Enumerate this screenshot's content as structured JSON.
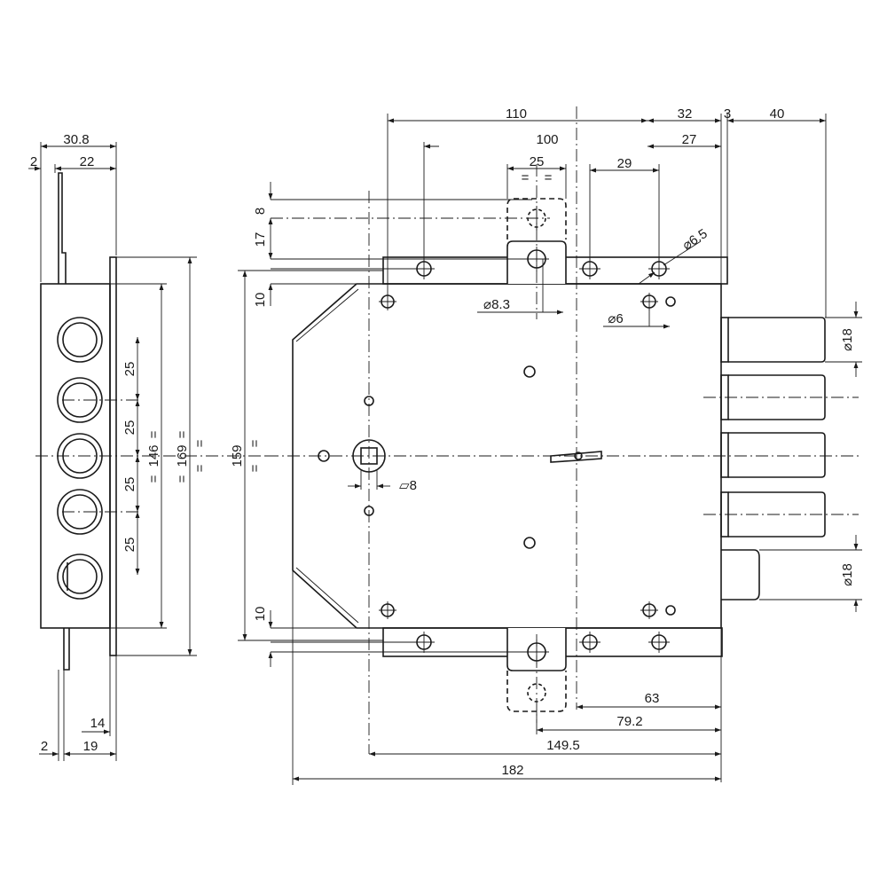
{
  "dimensions": {
    "side_overall_width": "30.8",
    "side_offset_left": "2",
    "side_body_width": "22",
    "bolt_pitch_1": "25",
    "bolt_pitch_2": "25",
    "bolt_pitch_3": "25",
    "bolt_pitch_4": "25",
    "side_inner_height": "146",
    "side_outer_height": "169",
    "equal_mark": "=",
    "side_bottom_offset": "2",
    "side_bottom_width": "19",
    "side_bottom_tab": "14",
    "front_width_110": "110",
    "front_width_100": "100",
    "hole_spacing_25": "25",
    "backset_29": "29",
    "offset_32": "32",
    "offset_27": "27",
    "gap_3": "3",
    "bolt_projection_40": "40",
    "top_offset_8": "8",
    "top_offset_17": "17",
    "top_offset_10": "10",
    "body_height_159": "159",
    "bottom_offset_10": "10",
    "hole_dia_8_3": "⌀8.3",
    "hole_dia_6": "⌀6",
    "hole_dia_6_5": "⌀6.5",
    "square_spindle_8": "▱8",
    "bolt_dia_18_top": "⌀18",
    "bolt_dia_18_bottom": "⌀18",
    "dist_63": "63",
    "dist_79_2": "79.2",
    "dist_149_5": "149.5",
    "dist_182": "182"
  }
}
